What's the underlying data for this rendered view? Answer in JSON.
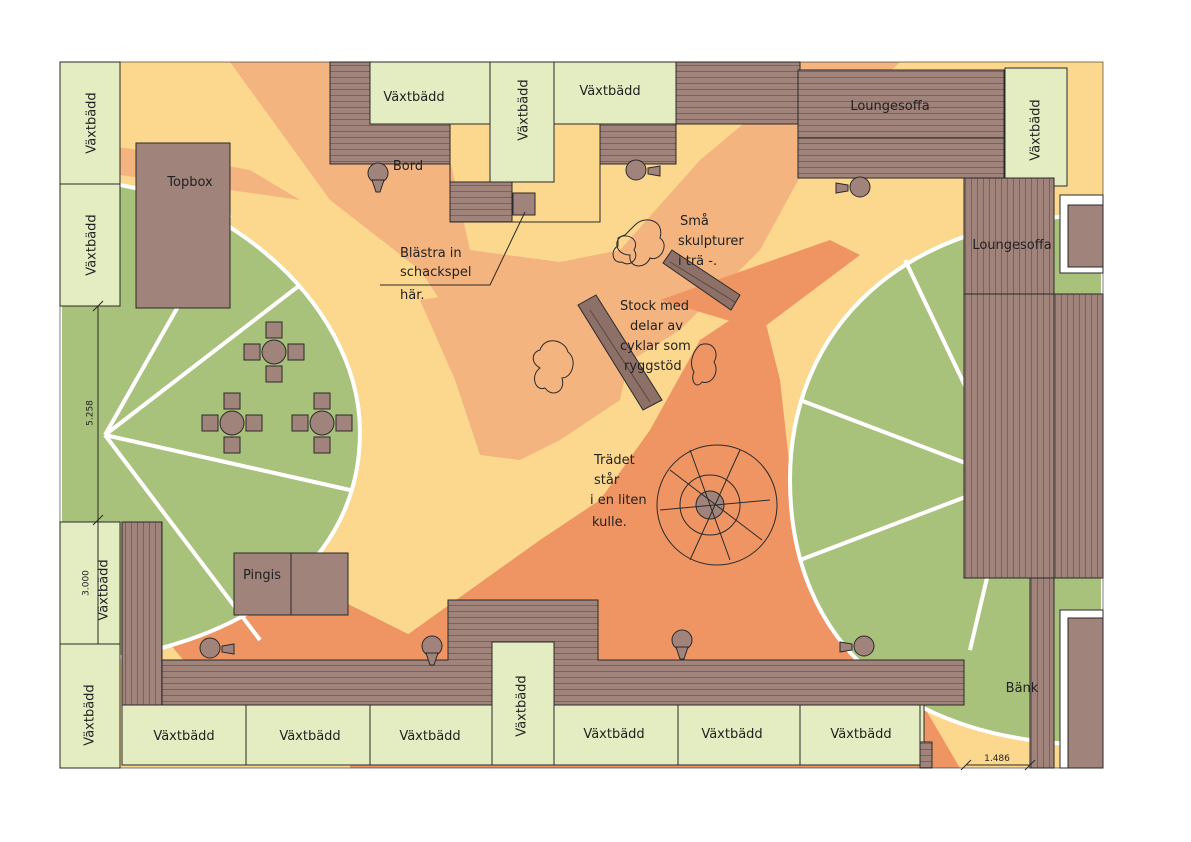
{
  "colors": {
    "sand": "#fcd88e",
    "peach": "#f3b47f",
    "orange": "#ef9563",
    "lawn": "#a9c27b",
    "bed": "#e4edc2",
    "deck": "#a0837a",
    "dark_deck": "#8d7168",
    "outline": "#2a2a2a"
  },
  "plan": {
    "labels": {
      "vaxtbadd": "Växtbädd",
      "topbox": "Topbox",
      "bord": "Bord",
      "loungesoffa_top": "Loungesoffa",
      "loungesoffa_right": "Loungesoffa",
      "pingis": "Pingis",
      "bank": "Bänk"
    },
    "notes": {
      "chess": [
        "Blästra in",
        "schackspel",
        "här."
      ],
      "sculptures": [
        "Små",
        "skulpturer",
        "i trä -."
      ],
      "log": [
        "Stock med",
        "delar av",
        "cyklar som",
        "ryggstöd"
      ],
      "tree": [
        "Trädet",
        "står",
        "i en liten",
        "kulle."
      ]
    },
    "dimensions": {
      "left": "5.258",
      "left_lower": "3.000",
      "bottom": "1.486"
    }
  }
}
